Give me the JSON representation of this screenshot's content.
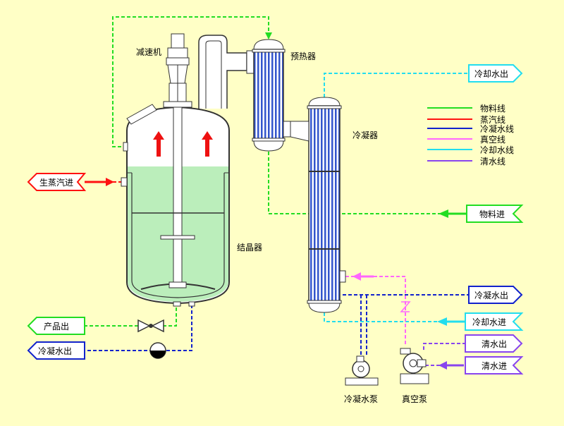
{
  "labels": {
    "reducer": "减速机",
    "preheater": "预热器",
    "condenser": "冷凝器",
    "crystallizer": "结晶器",
    "condensate_pump": "冷凝水泵",
    "vacuum_pump": "真空泵"
  },
  "tags": {
    "steam_in": "生蒸汽进",
    "product_out": "产品出",
    "condensate_out_left": "冷凝水出",
    "cooling_out_top": "冷却水出",
    "feed_in": "物料进",
    "condensate_out_right": "冷凝水出",
    "cooling_in": "冷却水进",
    "clean_out": "清水出",
    "clean_in": "清水进"
  },
  "legend": [
    {
      "label": "物料线",
      "color": "#22dd22"
    },
    {
      "label": "蒸汽线",
      "color": "#ff1111"
    },
    {
      "label": "冷凝水线",
      "color": "#1122cc"
    },
    {
      "label": "真空线",
      "color": "#ff66ff"
    },
    {
      "label": "冷却水线",
      "color": "#22ddee"
    },
    {
      "label": "清水线",
      "color": "#8844ee"
    }
  ]
}
